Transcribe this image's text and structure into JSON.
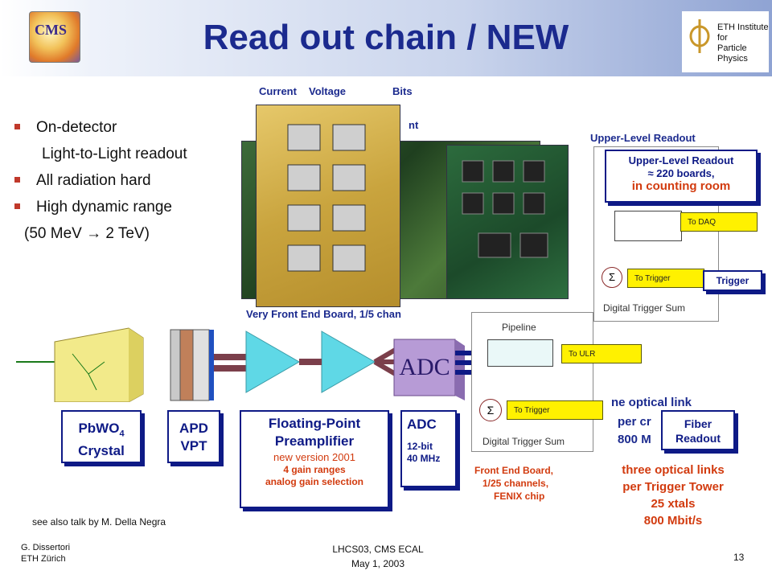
{
  "title": "Read out chain / NEW",
  "logos": {
    "cms": "CMS",
    "eth": [
      "ETH Institute for",
      "Particle Physics"
    ]
  },
  "bullets": [
    "On-detector",
    "Light-to-Light readout",
    "All radiation hard",
    "High dynamic range",
    "(50 MeV → 2 TeV)"
  ],
  "top_labels": {
    "current": "Current",
    "voltage": "Voltage",
    "bits": "Bits",
    "partial": "nt"
  },
  "vfe_caption": "Very Front End Board,  1/5 chan",
  "components": {
    "crystal": [
      "PbWO",
      "4",
      "Crystal"
    ],
    "apd": [
      "APD",
      "VPT"
    ],
    "preamp": {
      "title1": "Floating-Point",
      "title2": "Preamplifier",
      "note1": "new version 2001",
      "note2": "4 gain ranges",
      "note3": "analog gain selection"
    },
    "adc": {
      "title": "ADC",
      "line1": "12-bit",
      "line2": "40 MHz"
    },
    "adc_symbol": "ADC"
  },
  "fe_board": {
    "pipeline": "Pipeline",
    "to_ulr": "To ULR",
    "to_trigger": "To Trigger",
    "sum": "Σ",
    "dts": "Digital Trigger Sum",
    "caption1": "Front End Board,",
    "caption2": "1/25 channels,",
    "caption3": "FENIX chip"
  },
  "upper": {
    "title": "Upper-Level Readout",
    "partial": "≈ 220 boards,",
    "box1": "Upper-Level Readout",
    "box2": "≈ 220 boards,",
    "box3": "in counting room",
    "to_daq": "To DAQ",
    "to_trigger": "To Trigger",
    "sum": "Σ",
    "dts": "Digital Trigger Sum",
    "trigger": "Trigger"
  },
  "optical": {
    "partial1": "ne optical link",
    "partial2": "per cr",
    "partial3": "800 M",
    "fiber1": "Fiber",
    "fiber2": "Readout",
    "red1": "three optical links",
    "red2": "per Trigger Tower",
    "red3": "25 xtals",
    "red4": "800 Mbit/s"
  },
  "see_also": "see also talk by M.  Della Negra",
  "footer": {
    "author1": "G.  Dissertori",
    "author2": "ETH Zürich",
    "conf1": "LHCS03,   CMS ECAL",
    "conf2": "May 1, 2003",
    "page": "13"
  },
  "colors": {
    "title": "#1b2a8e",
    "label_border": "#0e1a86",
    "red": "#d23b0f",
    "arrow_yellow": "#fff100",
    "preamp_cyan": "#5fd8e6",
    "trace": "#7b3f4b"
  }
}
